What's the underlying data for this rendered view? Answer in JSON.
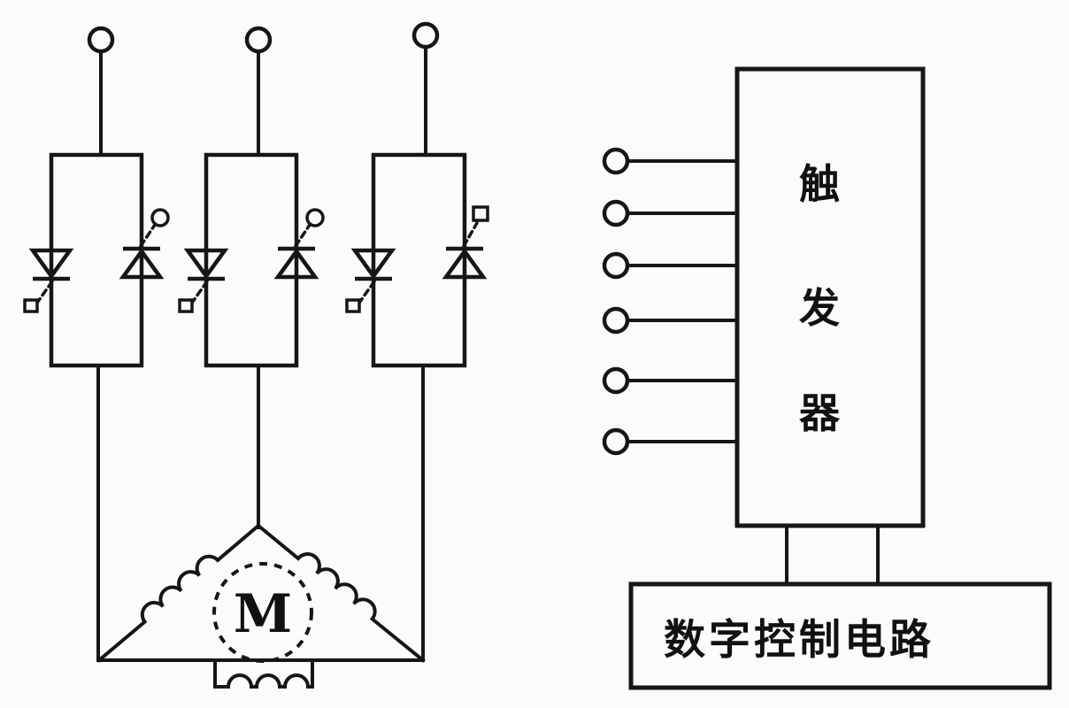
{
  "diagram": {
    "motor": {
      "label": "M"
    },
    "trigger_box": {
      "label": "触发器",
      "chars": [
        "触",
        "发",
        "器"
      ]
    },
    "control_box": {
      "label": "数字控制电路"
    },
    "colors": {
      "ink": "#161616",
      "paper": "#fbfbfb"
    }
  }
}
